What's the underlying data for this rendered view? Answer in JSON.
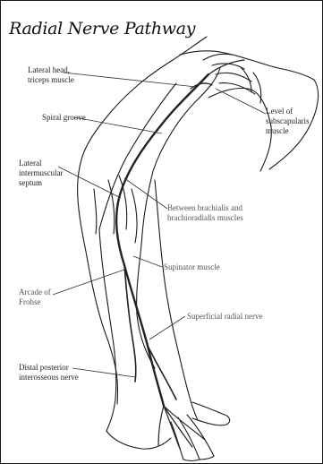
{
  "title": "Radial Nerve Pathway",
  "labels": {
    "lateral_head": "Lateral head,\ntriceps muscle",
    "level_subscapularis": "Level of\nsubscapularis\nmuscle",
    "spiral_groove": "Spiral groove",
    "lateral_septum": "Lateral\nintermuscular\nseptum",
    "brachialis": "Between brachialis and\nbrachioradialis muscles",
    "supinator": "Supinator muscle",
    "arcade": "Arcade of\nFrohse",
    "superficial": "Superficial radial nerve",
    "distal_posterior": "Distal posterior\ninterosseous nerve"
  },
  "colors": {
    "ink": "#1a1a1a",
    "nerve": "#222222",
    "paper": "#ffffff"
  }
}
